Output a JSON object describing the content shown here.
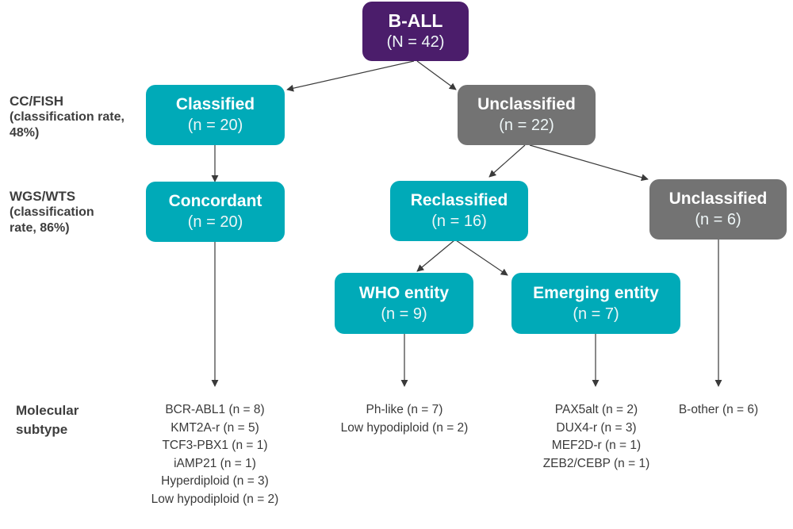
{
  "colors": {
    "root": "#4b1d6b",
    "classified": "#00aab8",
    "unclassified": "#737373",
    "connector": "#3a3a3a"
  },
  "stage_labels": {
    "ccfish": {
      "main": "CC/FISH",
      "detail_line1": "(classification rate,",
      "detail_line2": "48%)"
    },
    "wgswts": {
      "main": "WGS/WTS",
      "detail_line1": "(classification",
      "detail_line2": "rate, 86%)"
    },
    "molecular": {
      "line1": "Molecular",
      "line2": "subtype"
    }
  },
  "nodes": {
    "ball": {
      "title": "B-ALL",
      "count": "(N = 42)"
    },
    "classified": {
      "title": "Classified",
      "count": "(n = 20)"
    },
    "unclassified_22": {
      "title": "Unclassified",
      "count": "(n = 22)"
    },
    "concordant": {
      "title": "Concordant",
      "count": "(n = 20)"
    },
    "reclassified": {
      "title": "Reclassified",
      "count": "(n = 16)"
    },
    "unclassified_6": {
      "title": "Unclassified",
      "count": "(n = 6)"
    },
    "who": {
      "title": "WHO entity",
      "count": "(n = 9)"
    },
    "emerging": {
      "title": "Emerging entity",
      "count": "(n = 7)"
    }
  },
  "edges": [
    {
      "from": "ball",
      "to": "classified"
    },
    {
      "from": "ball",
      "to": "unclassified_22"
    },
    {
      "from": "classified",
      "to": "concordant"
    },
    {
      "from": "unclassified_22",
      "to": "reclassified"
    },
    {
      "from": "unclassified_22",
      "to": "unclassified_6"
    },
    {
      "from": "reclassified",
      "to": "who"
    },
    {
      "from": "reclassified",
      "to": "emerging"
    },
    {
      "from": "concordant",
      "to": "subtypes_concordant"
    },
    {
      "from": "who",
      "to": "subtypes_who"
    },
    {
      "from": "emerging",
      "to": "subtypes_emerging"
    },
    {
      "from": "unclassified_6",
      "to": "subtypes_other"
    }
  ],
  "subtypes": {
    "concordant": [
      "BCR-ABL1 (n = 8)",
      "KMT2A-r (n = 5)",
      "TCF3-PBX1 (n = 1)",
      "iAMP21 (n = 1)",
      "Hyperdiploid (n = 3)",
      "Low hypodiploid (n = 2)"
    ],
    "who": [
      "Ph-like (n = 7)",
      "Low hypodiploid (n = 2)"
    ],
    "emerging": [
      "PAX5alt (n = 2)",
      "DUX4-r (n = 3)",
      "MEF2D-r (n = 1)",
      "ZEB2/CEBP (n = 1)"
    ],
    "other": [
      "B-other (n = 6)"
    ]
  }
}
